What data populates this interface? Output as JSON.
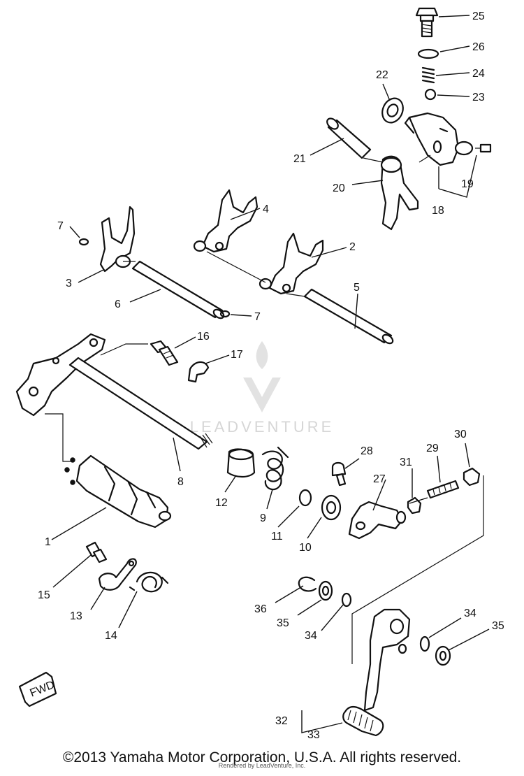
{
  "watermark": {
    "brand_text": "LEADVENTURE"
  },
  "fwd_label": "FWD",
  "copyright": "©2013 Yamaha Motor Corporation, U.S.A. All rights reserved.",
  "rendered_by": "Rendered by LeadVenture, Inc.",
  "callouts": {
    "c1": "1",
    "c2": "2",
    "c3": "3",
    "c4": "4",
    "c5": "5",
    "c6": "6",
    "c7a": "7",
    "c7b": "7",
    "c8": "8",
    "c9": "9",
    "c10": "10",
    "c11": "11",
    "c12": "12",
    "c13": "13",
    "c14": "14",
    "c15": "15",
    "c16": "16",
    "c17": "17",
    "c18": "18",
    "c19": "19",
    "c20": "20",
    "c21": "21",
    "c22": "22",
    "c23": "23",
    "c24": "24",
    "c25": "25",
    "c26": "26",
    "c27": "27",
    "c28": "28",
    "c29": "29",
    "c30": "30",
    "c31": "31",
    "c32": "32",
    "c33": "33",
    "c34a": "34",
    "c34b": "34",
    "c35a": "35",
    "c35b": "35",
    "c36": "36"
  }
}
